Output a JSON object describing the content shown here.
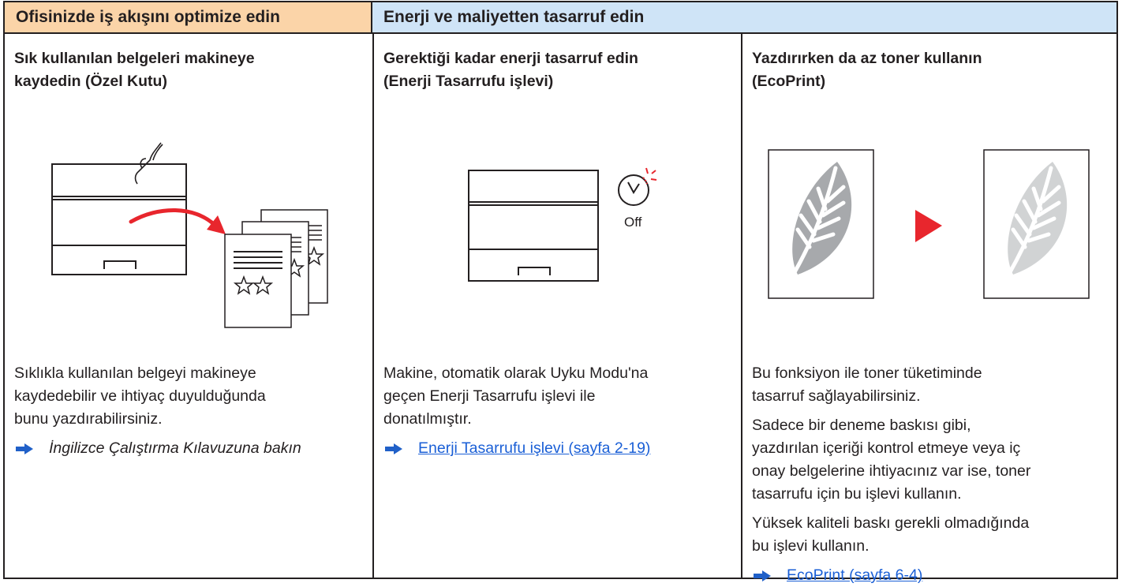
{
  "headers": {
    "left": "Ofisinizde iş akışını optimize edin",
    "right": "Enerji ve maliyetten tasarruf edin"
  },
  "columns": [
    {
      "title_line1": "Sık kullanılan belgeleri makineye",
      "title_line2": "kaydedin (Özel Kutu)",
      "body": [
        "Sıklıkla kullanılan belgeyi makineye",
        "kaydedebilir ve ihtiyaç duyulduğunda",
        "bunu yazdırabilirsiniz."
      ],
      "ref_text": "İngilizce Çalıştırma Kılavuzuna bakın"
    },
    {
      "title_line1": "Gerektiği kadar enerji tasarruf edin",
      "title_line2": "(Enerji Tasarrufu işlevi)",
      "timer_label": "Off",
      "body": [
        "Makine, otomatik olarak Uyku Modu'na",
        "geçen Enerji Tasarrufu işlevi ile",
        "donatılmıştır."
      ],
      "ref_text": "Enerji Tasarrufu işlevi (sayfa 2-19)"
    },
    {
      "title_line1": "Yazdırırken da az toner kullanın",
      "title_line2": "(EcoPrint)",
      "paragraphs": [
        [
          "Bu fonksiyon ile toner tüketiminde",
          "tasarruf sağlayabilirsiniz."
        ],
        [
          "Sadece bir deneme baskısı gibi,",
          "yazdırılan içeriği kontrol etmeye veya iç",
          "onay belgelerine ihtiyacınız var ise, toner",
          "tasarrufu için bu işlevi kullanın."
        ],
        [
          "Yüksek kaliteli baskı gerekli olmadığında",
          "bu işlevi kullanın."
        ]
      ],
      "ref_text": "EcoPrint (sayfa 6-4)"
    }
  ],
  "colors": {
    "header_left_bg": "#fbd4a8",
    "header_right_bg": "#cfe4f7",
    "accent_red": "#e8262d",
    "link": "#1a5fd6",
    "arrow": "#2060c8"
  },
  "icons": [
    "printer-icon",
    "hand-pointer-icon",
    "curved-arrow-icon",
    "document-stack-icon",
    "sleep-timer-icon",
    "leaf-page-icon",
    "play-triangle-icon",
    "ref-arrow-icon"
  ]
}
